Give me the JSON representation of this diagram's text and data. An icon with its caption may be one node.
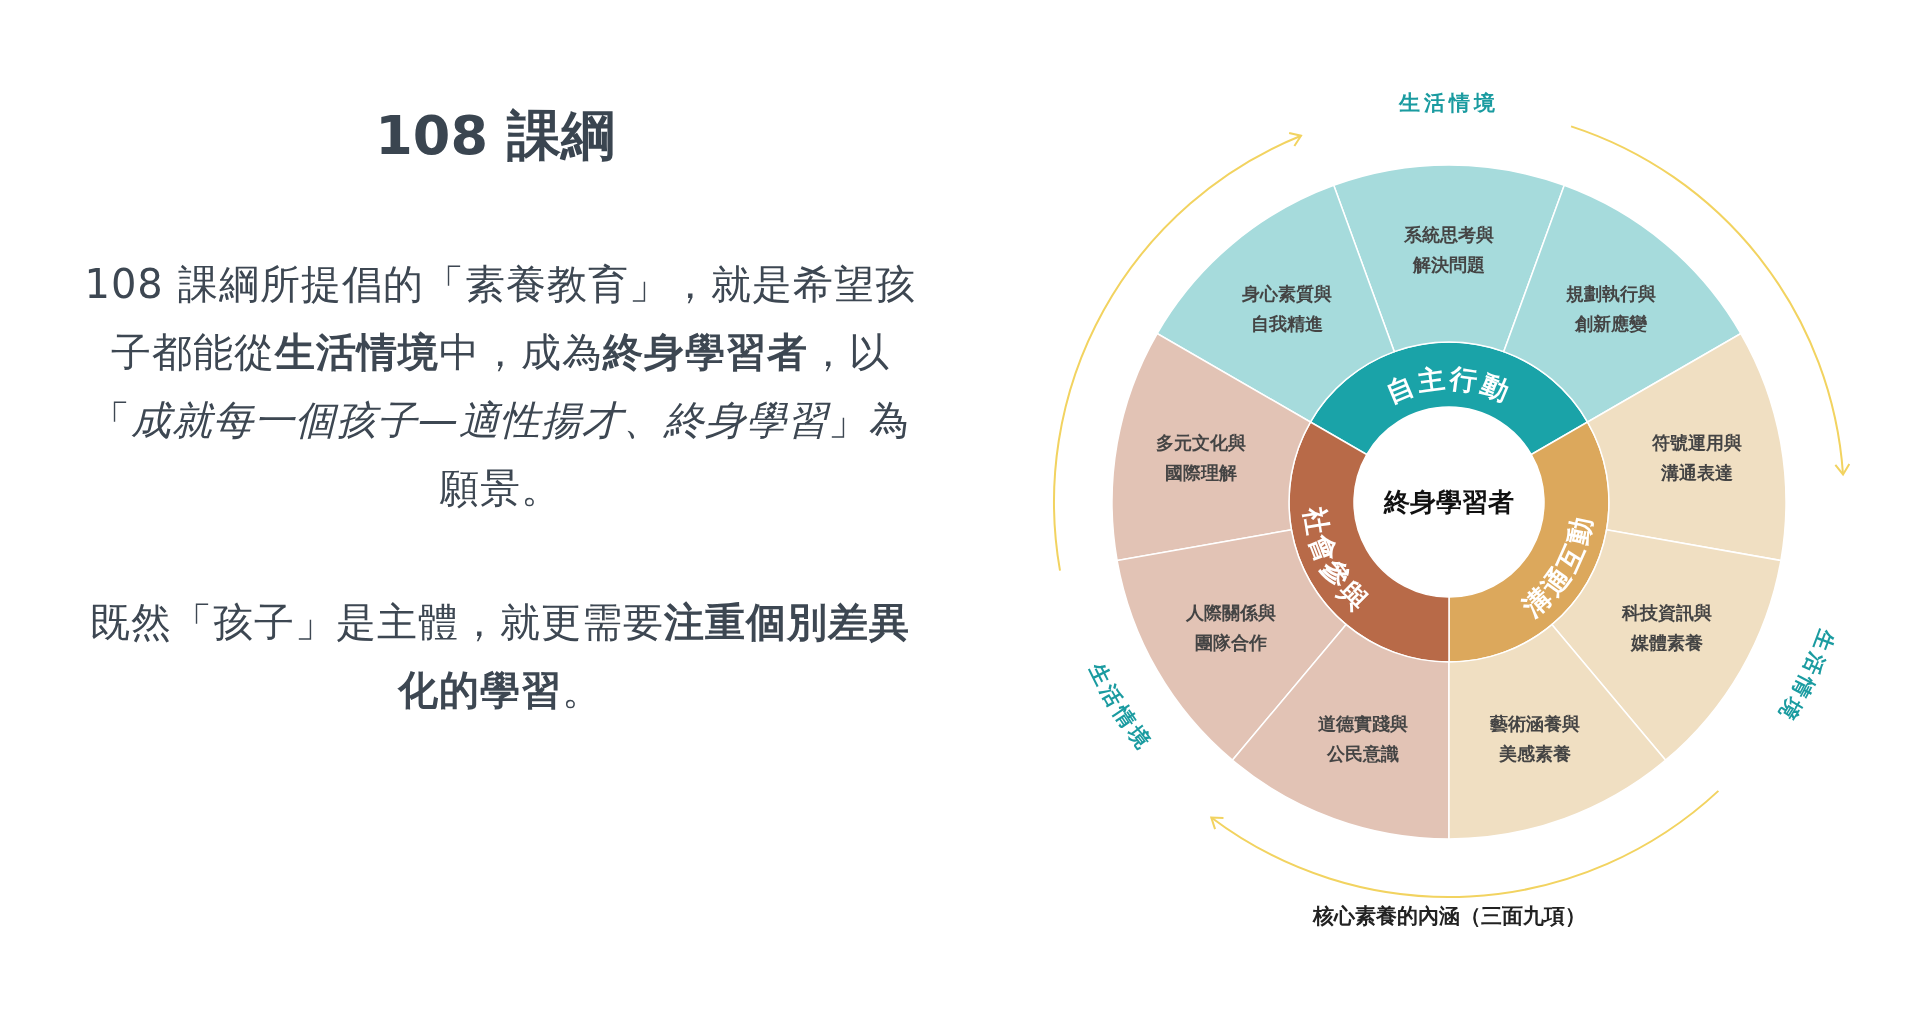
{
  "diagram": {
    "title": "108 課綱",
    "caption": "核心素養的內涵（三面九項）",
    "nodes": [
      {
        "text": [
          "終身學習者"
        ]
      },
      {
        "text": [
          "自主行動"
        ]
      },
      {
        "text": [
          "溝通互動"
        ]
      },
      {
        "text": [
          "社會參與"
        ]
      },
      {
        "text": [
          "系統思考與解決問題"
        ]
      },
      {
        "text": [
          "身心素質與自我精進"
        ]
      },
      {
        "text": [
          "規劃執行與創新應變"
        ]
      },
      {
        "text": [
          "多元文化與國際理解"
        ]
      },
      {
        "text": [
          "符號運用與溝通表達"
        ]
      },
      {
        "text": [
          "人際關係與團隊合作"
        ]
      },
      {
        "text": [
          "科技資訊與媒體素養"
        ]
      },
      {
        "text": [
          "道德實踐與公民意識"
        ]
      },
      {
        "text": [
          "藝術涵養與美感素養"
        ]
      }
    ],
    "labels": [
      "108 課綱所提倡的「素養教育」，就是希望孩子都能從**生活情境**中，成為**終身學習者**，以「*成就每一個孩子—適性揚才、終身學習*」為願景。",
      "既然「孩子」是主體，就更需要**注重個別差異化的學習**。",
      "生活情境",
      "生活情境",
      "生活情境"
    ]
  }
}
